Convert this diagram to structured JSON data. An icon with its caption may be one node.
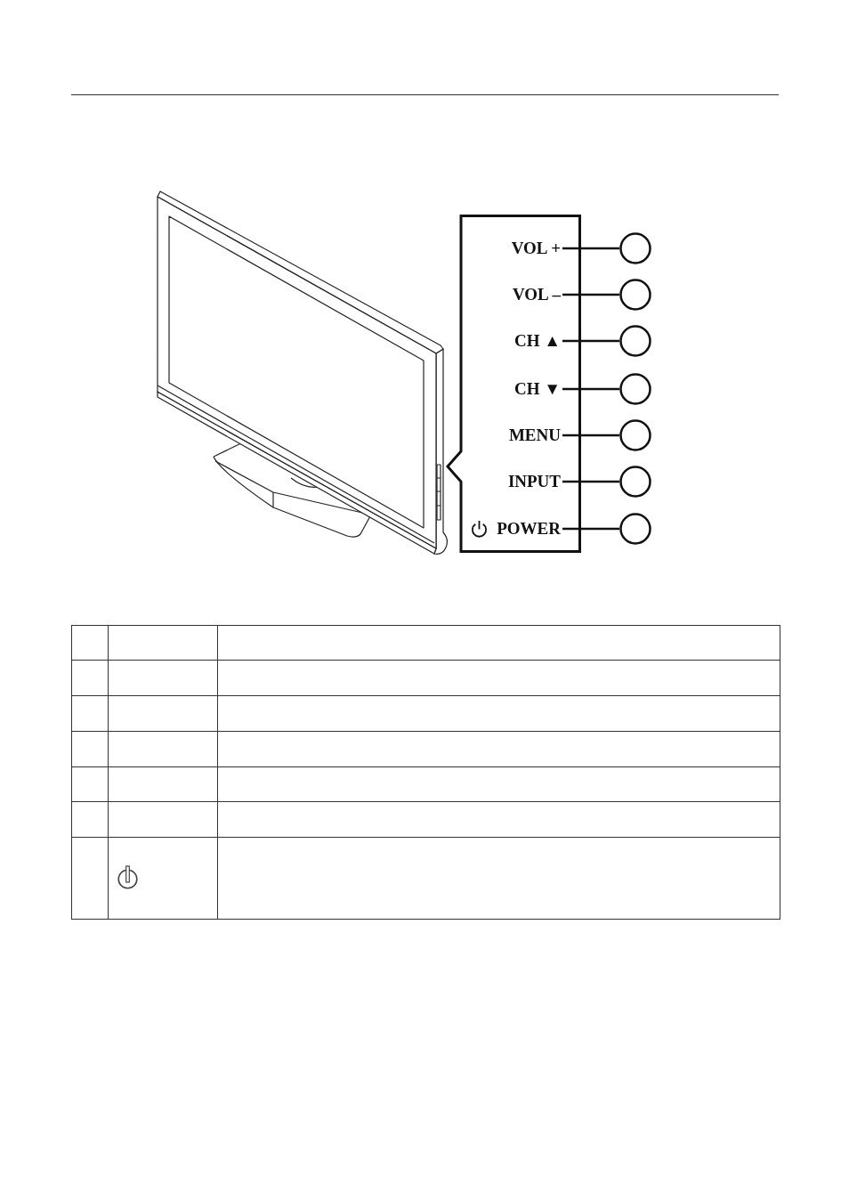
{
  "diagram": {
    "nodes": [
      {
        "text": [],
        "shape": "box"
      },
      {
        "text": [
          "VOL +"
        ],
        "in": 0
      },
      {
        "text": [
          "VOL –"
        ],
        "in": 0
      },
      {
        "text": [
          "CH ▲"
        ],
        "in": 0
      },
      {
        "text": [
          "CH ▼"
        ],
        "in": 0
      },
      {
        "text": [
          "MENU"
        ],
        "in": 0
      },
      {
        "text": [
          "INPUT"
        ],
        "in": 0
      },
      {
        "text": [
          "POWER"
        ],
        "in": 0
      },
      {
        "text": [],
        "shape": "circle"
      },
      {
        "text": [],
        "shape": "circle"
      },
      {
        "text": [],
        "shape": "circle"
      },
      {
        "text": [],
        "shape": "circle"
      },
      {
        "text": [],
        "shape": "circle"
      },
      {
        "text": [],
        "shape": "circle"
      },
      {
        "text": [],
        "shape": "circle"
      }
    ],
    "edges": [
      {
        "from": 1,
        "to": 8,
        "arrow": "none"
      },
      {
        "from": 2,
        "to": 9,
        "arrow": "none"
      },
      {
        "from": 3,
        "to": 10,
        "arrow": "none"
      },
      {
        "from": 4,
        "to": 11,
        "arrow": "none"
      },
      {
        "from": 5,
        "to": 12,
        "arrow": "none"
      },
      {
        "from": 6,
        "to": 13,
        "arrow": "none"
      },
      {
        "from": 7,
        "to": 14,
        "arrow": "none"
      }
    ]
  }
}
